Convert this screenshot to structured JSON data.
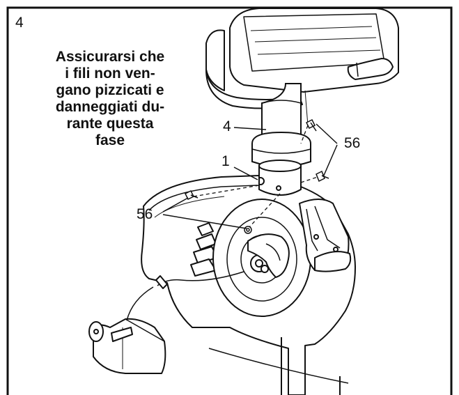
{
  "step": "4",
  "warning_lines": [
    "Assicurarsi che",
    "i fili non ven-",
    "gano pizzicati e",
    "danneggiati du-",
    "rante questa",
    "fase"
  ],
  "callouts": {
    "part_4": "4",
    "part_1": "1",
    "part_56_upper": "56",
    "part_56_lower": "56"
  }
}
